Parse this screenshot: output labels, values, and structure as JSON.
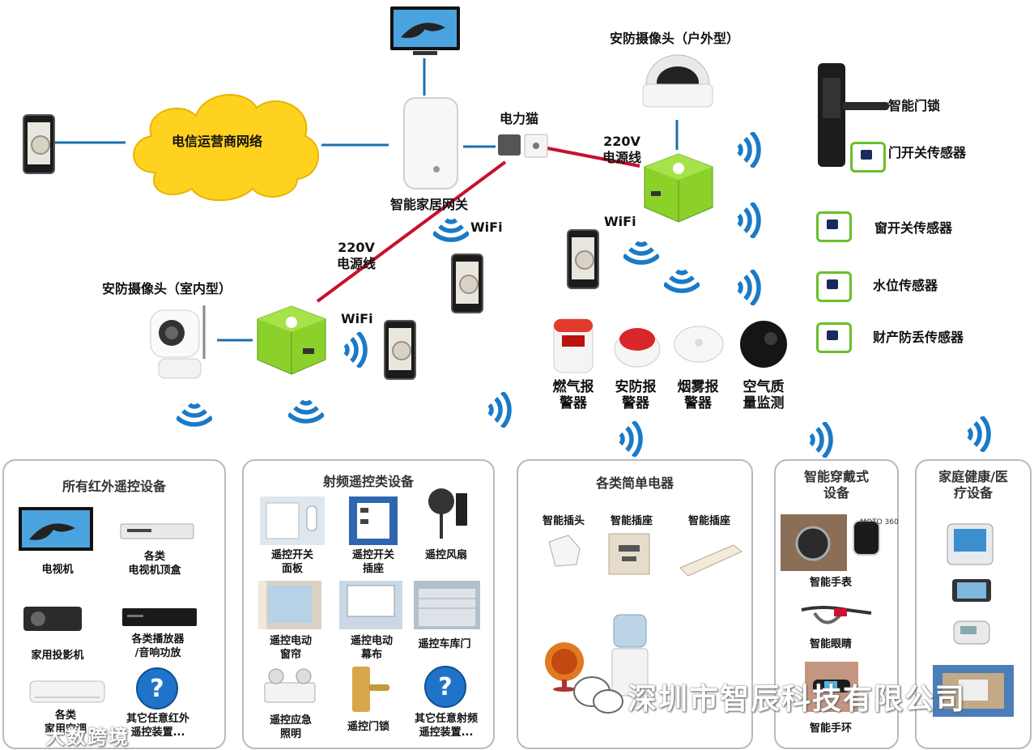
{
  "labels": {
    "cloud": "电信运营商网络",
    "gateway": "智能家居网关",
    "power_cat": "电力猫",
    "outdoor_camera": "安防摄像头（户外型）",
    "indoor_camera": "安防摄像头（室内型）",
    "powerline_right": "220V\n电源线",
    "powerline_left": "220V\n电源线",
    "wifi": "WiFi",
    "door_lock": "智能门锁",
    "door_sensor": "门开关传感器",
    "window_sensor": "窗开关传感器",
    "water_sensor": "水位传感器",
    "theft_sensor": "财产防丢传感器",
    "gas_alarm": "燃气报\n警器",
    "security_alarm": "安防报\n警器",
    "smoke_alarm": "烟雾报\n警器",
    "air_quality": "空气质\n量监测"
  },
  "panels": [
    {
      "title": "所有红外遥控设备",
      "items": [
        "电视机",
        "各类\n电视机顶盒",
        "家用投影机",
        "各类播放器\n/音响功放",
        "各类\n家用空调",
        "其它任意红外\n遥控装置..."
      ]
    },
    {
      "title": "射频遥控类设备",
      "items": [
        "遥控开关\n面板",
        "遥控开关\n插座",
        "遥控风扇",
        "遥控电动\n窗帘",
        "遥控电动\n幕布",
        "遥控车库门",
        "遥控应急\n照明",
        "遥控门锁",
        "其它任意射频\n遥控装置..."
      ]
    },
    {
      "title": "各类简单电器",
      "items": [
        "智能插头",
        "智能插座",
        "智能插座"
      ]
    },
    {
      "title": "智能穿戴式\n设备",
      "items": [
        "智能手表",
        "智能眼睛",
        "智能手环"
      ]
    },
    {
      "title": "家庭健康/医\n疗设备",
      "items": []
    }
  ],
  "misc": {
    "watch_brand": "MOTO 360",
    "watermark_company": "深圳市智辰科技有限公司",
    "watermark_source": "大数跨境"
  },
  "colors": {
    "wire_blue": "#1a6fb0",
    "wire_red": "#c8102e",
    "hub_green": "#8bd12a",
    "cloud": "#ffd21f",
    "wifi_blue": "#1a7ac8"
  }
}
